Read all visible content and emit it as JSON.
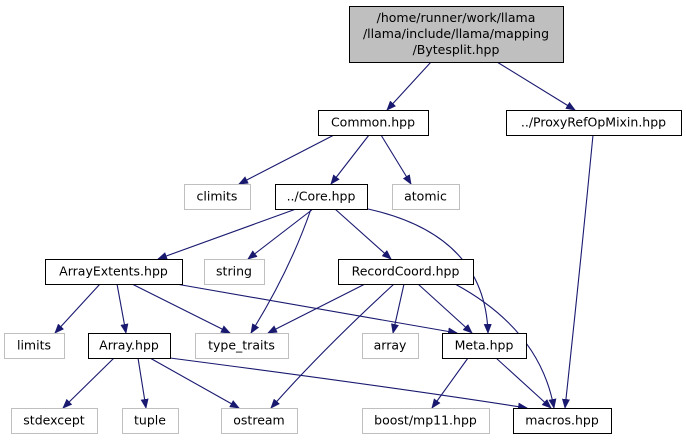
{
  "colors": {
    "edge": "#191970",
    "root_fill": "#bfbfbf",
    "root_border": "#000000",
    "node_border": "#000000",
    "external_border": "#bfbfbf",
    "external_text": "#404040",
    "text": "#000000",
    "background": "#ffffff"
  },
  "diagram": {
    "type": "include-dependency-graph",
    "nodes": [
      {
        "id": "root",
        "kind": "root",
        "lines": [
          "/home/runner/work/llama",
          "/llama/include/llama/mapping",
          "/Bytesplit.hpp"
        ]
      },
      {
        "id": "common",
        "kind": "local",
        "lines": [
          "Common.hpp"
        ]
      },
      {
        "id": "proxy",
        "kind": "local",
        "lines": [
          "../ProxyRefOpMixin.hpp"
        ]
      },
      {
        "id": "climits",
        "kind": "external",
        "lines": [
          "climits"
        ]
      },
      {
        "id": "core",
        "kind": "local",
        "lines": [
          "../Core.hpp"
        ]
      },
      {
        "id": "atomic",
        "kind": "external",
        "lines": [
          "atomic"
        ]
      },
      {
        "id": "arrayext",
        "kind": "local",
        "lines": [
          "ArrayExtents.hpp"
        ]
      },
      {
        "id": "string",
        "kind": "external",
        "lines": [
          "string"
        ]
      },
      {
        "id": "recordcoord",
        "kind": "local",
        "lines": [
          "RecordCoord.hpp"
        ]
      },
      {
        "id": "limits",
        "kind": "external",
        "lines": [
          "limits"
        ]
      },
      {
        "id": "array",
        "kind": "local",
        "lines": [
          "Array.hpp"
        ]
      },
      {
        "id": "typetraits",
        "kind": "external",
        "lines": [
          "type_traits"
        ]
      },
      {
        "id": "arrayx",
        "kind": "external",
        "lines": [
          "array"
        ]
      },
      {
        "id": "meta",
        "kind": "local",
        "lines": [
          "Meta.hpp"
        ]
      },
      {
        "id": "stdexcept",
        "kind": "external",
        "lines": [
          "stdexcept"
        ]
      },
      {
        "id": "tuple",
        "kind": "external",
        "lines": [
          "tuple"
        ]
      },
      {
        "id": "ostream",
        "kind": "external",
        "lines": [
          "ostream"
        ]
      },
      {
        "id": "mp11",
        "kind": "external",
        "lines": [
          "boost/mp11.hpp"
        ]
      },
      {
        "id": "macros",
        "kind": "local",
        "lines": [
          "macros.hpp"
        ]
      }
    ],
    "edges": [
      [
        "root",
        "common"
      ],
      [
        "root",
        "proxy"
      ],
      [
        "common",
        "climits"
      ],
      [
        "common",
        "core"
      ],
      [
        "common",
        "atomic"
      ],
      [
        "proxy",
        "macros"
      ],
      [
        "core",
        "arrayext"
      ],
      [
        "core",
        "string"
      ],
      [
        "core",
        "recordcoord"
      ],
      [
        "core",
        "typetraits"
      ],
      [
        "core",
        "meta"
      ],
      [
        "arrayext",
        "limits"
      ],
      [
        "arrayext",
        "array"
      ],
      [
        "arrayext",
        "typetraits"
      ],
      [
        "arrayext",
        "meta"
      ],
      [
        "recordcoord",
        "typetraits"
      ],
      [
        "recordcoord",
        "arrayx"
      ],
      [
        "recordcoord",
        "meta"
      ],
      [
        "recordcoord",
        "ostream"
      ],
      [
        "recordcoord",
        "macros"
      ],
      [
        "array",
        "stdexcept"
      ],
      [
        "array",
        "tuple"
      ],
      [
        "array",
        "ostream"
      ],
      [
        "array",
        "macros"
      ],
      [
        "meta",
        "mp11"
      ],
      [
        "meta",
        "macros"
      ]
    ]
  }
}
